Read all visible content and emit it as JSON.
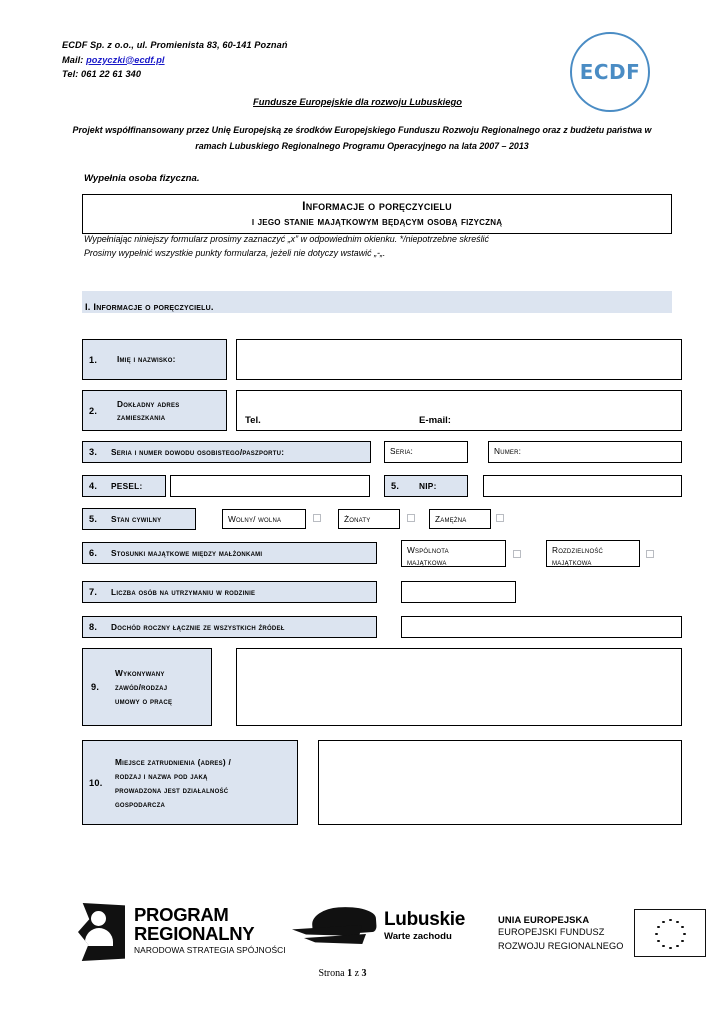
{
  "header": {
    "company_line": "ECDF Sp. z o.o., ul. Promienista 83, 60-141 Poznań",
    "mail_prefix": "Mail: ",
    "mail_link": "pozyczki@ecdf.pl",
    "tel_line": "Tel: 061 22 61 340",
    "logo_text": "ECDF",
    "fundusze": "Fundusze Europejskie dla rozwoju Lubuskiego",
    "projekt": "Projekt współfinansowany przez Unię Europejską ze środków Europejskiego Funduszu Rozwoju Regionalnego oraz z budżetu państwa w ramach Lubuskiego Regionalnego Programu Operacyjnego na lata 2007 – 2013",
    "wypelnia": "Wypełnia osoba fizyczna."
  },
  "title": {
    "line1": "Informacje o poręczycielu",
    "line2": "i jego stanie majątkowym będącym osobą fizyczną"
  },
  "instructions": {
    "line1": "Wypełniając niniejszy formularz prosimy zaznaczyć „x” w odpowiednim okienku.  */niepotrzebne skreślić",
    "line2": "Prosimy wypełnić wszystkie punkty formularza, jeżeli nie dotyczy wstawić „-„."
  },
  "section": {
    "label": "I. Informacje o poręczycielu."
  },
  "rows": {
    "r1": {
      "num": "1.",
      "label": "Imię i nazwisko:",
      "value": ""
    },
    "r2": {
      "num": "2.",
      "label_line1": "Dokładny adres",
      "label_line2": "zamieszkania",
      "value": "",
      "tel_label": "Tel.",
      "email_label": "E-mail:"
    },
    "r3": {
      "num": "3.",
      "label": "Seria i numer dowodu osobistego/paszportu:",
      "seria_label": "Seria:",
      "seria_value": "",
      "numer_label": "Numer:",
      "numer_value": ""
    },
    "r4": {
      "num": "4.",
      "label": "PESEL:",
      "value": ""
    },
    "r5a": {
      "num": "5.",
      "label": "NIP:",
      "value": ""
    },
    "r5": {
      "num": "5.",
      "label": "Stan cywilny",
      "options": [
        {
          "label": "Wolny/ wolna",
          "checked": false
        },
        {
          "label": "Żonaty",
          "checked": false
        },
        {
          "label": "Zamężna",
          "checked": false
        }
      ]
    },
    "r6": {
      "num": "6.",
      "label": "Stosunki majątkowe między małżonkami",
      "options": [
        {
          "line1": "Wspólnota",
          "line2": "majątkowa",
          "checked": false
        },
        {
          "line1": "Rozdzielność",
          "line2": "majątkowa",
          "checked": false
        }
      ]
    },
    "r7": {
      "num": "7.",
      "label": "Liczba osób na utrzymaniu w rodzinie",
      "value": ""
    },
    "r8": {
      "num": "8.",
      "label": "Dochód roczny łącznie ze wszystkich źródeł",
      "value": ""
    },
    "r9": {
      "num": "9.",
      "label_line1": "Wykonywany",
      "label_line2": "zawód/rodzaj",
      "label_line3": "umowy o pracę",
      "value": ""
    },
    "r10": {
      "num": "10.",
      "label_line1": "Miejsce zatrudnienia (adres) /",
      "label_line2": "rodzaj i nazwa pod jaką",
      "label_line3": "prowadzona jest działalność",
      "label_line4": "gospodarcza",
      "value": ""
    }
  },
  "footer": {
    "program_regionalny": {
      "line1": "PROGRAM",
      "line2": "REGIONALNY",
      "line3": "NARODOWA STRATEGIA SPÓJNOŚCI"
    },
    "lubuskie": {
      "line1": "Lubuskie",
      "line2": "Warte zachodu"
    },
    "unia": {
      "line1": "UNIA EUROPEJSKA",
      "line2": "EUROPEJSKI FUNDUSZ",
      "line3": "ROZWOJU REGIONALNEGO"
    },
    "page_prefix": "Strona ",
    "page_current": "1",
    "page_mid": " z ",
    "page_total": "3"
  },
  "colors": {
    "label_fill": "#dce4f0",
    "logo_blue": "#4a8cc4",
    "link_blue": "#1818c8"
  }
}
